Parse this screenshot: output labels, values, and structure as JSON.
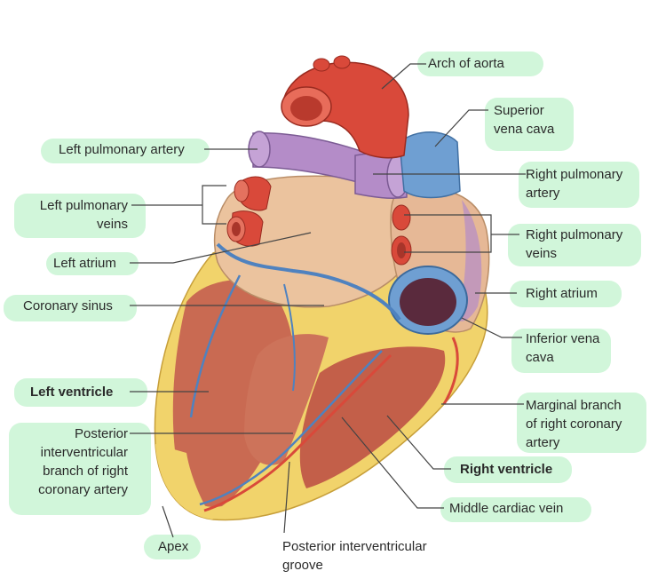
{
  "labels": {
    "arch_of_aorta": "Arch of aorta",
    "superior_vena_cava": [
      "Superior",
      "vena cava"
    ],
    "left_pulmonary_artery": "Left pulmonary artery",
    "right_pulmonary_artery": [
      "Right pulmonary",
      "artery"
    ],
    "left_pulmonary_veins": [
      "Left pulmonary",
      "veins"
    ],
    "right_pulmonary_veins": [
      "Right pulmonary",
      "veins"
    ],
    "left_atrium": "Left atrium",
    "right_atrium": "Right atrium",
    "coronary_sinus": "Coronary sinus",
    "inferior_vena_cava": [
      "Inferior vena",
      "cava"
    ],
    "left_ventricle": "Left ventricle",
    "marginal_branch": [
      "Marginal branch",
      "of right coronary",
      "artery"
    ],
    "posterior_interventricular_branch": [
      "Posterior",
      "interventricular",
      "branch of right",
      "coronary artery"
    ],
    "right_ventricle": "Right ventricle",
    "middle_cardiac_vein": "Middle cardiac vein",
    "apex": "Apex",
    "posterior_interventricular_groove": [
      "Posterior interventricular",
      "groove"
    ]
  },
  "colors": {
    "highlight": "#c9f5d3",
    "leader_line": "#444444",
    "aorta": "#d9493a",
    "pulmonary_artery": "#b48cc8",
    "vena_cava": "#6f9fd2",
    "atrium": "#e9c3a0",
    "ventricle": "#c9644e",
    "fat": "#f2d56b"
  }
}
